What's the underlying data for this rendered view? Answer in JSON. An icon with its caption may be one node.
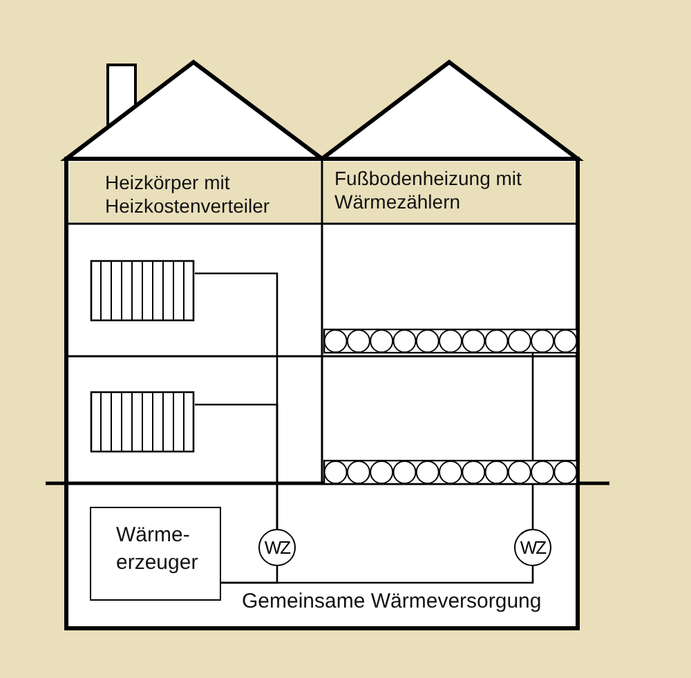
{
  "diagram": {
    "nodes": [
      {
        "text": [
          "Heizkörper mit Heizkostenverteiler"
        ]
      },
      {
        "text": [
          "Fußbodenheizung mit Wärmezählern"
        ]
      },
      {
        "text": [
          "Wärme- erzeuger"
        ]
      },
      {
        "text": [
          "WZ"
        ]
      },
      {
        "text": [
          "WZ"
        ]
      },
      {
        "text": [],
        "shape": "radiator"
      },
      {
        "text": [],
        "shape": "radiator"
      },
      {
        "text": [],
        "shape": "bar"
      },
      {
        "text": [],
        "shape": "bar"
      }
    ],
    "edges": [
      {
        "from": 2,
        "to": 3,
        "arrow": "none"
      },
      {
        "from": 2,
        "to": 4,
        "arrow": "none"
      },
      {
        "from": 3,
        "to": 5,
        "arrow": "none"
      },
      {
        "from": 3,
        "to": 6,
        "arrow": "none"
      },
      {
        "from": 4,
        "to": 8,
        "arrow": "none"
      },
      {
        "from": 8,
        "to": 7,
        "arrow": "none"
      }
    ],
    "labels": [
      "Gemeinsame Wärmeversorgung"
    ]
  }
}
